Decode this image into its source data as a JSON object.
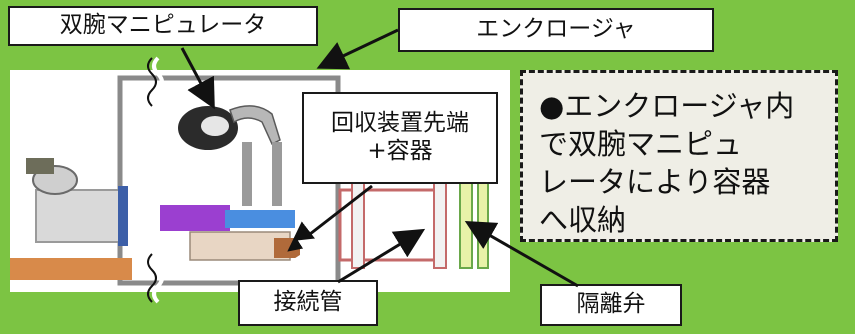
{
  "labels": {
    "manipulator": "双腕マニピュレータ",
    "enclosure": "エンクロージャ",
    "recovery_line1": "回収装置先端",
    "recovery_line2": "+容器",
    "pipe": "接続管",
    "valve": "隔離弁"
  },
  "note": {
    "line1": "●エンクロージャ内",
    "line2": "で双腕マニピュ",
    "line3": "レータにより容器",
    "line4": "へ収納"
  },
  "colors": {
    "background": "#7cc443",
    "note_background": "#efeee6",
    "border": "#1a1a1a"
  }
}
